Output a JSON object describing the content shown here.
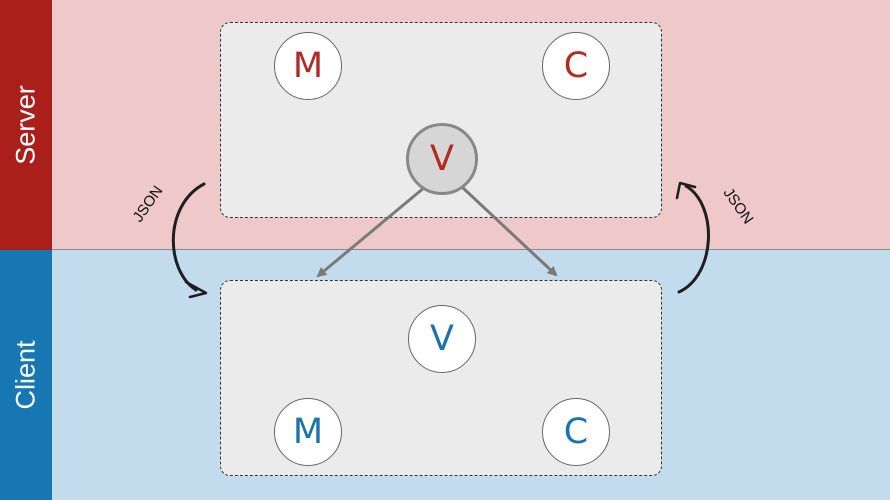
{
  "bands": {
    "server_label": "Server",
    "client_label": "Client"
  },
  "server_group": {
    "model": "M",
    "controller": "C",
    "view": "V"
  },
  "client_group": {
    "view": "V",
    "model": "M",
    "controller": "C"
  },
  "transfers": {
    "left_label": "JSON",
    "right_label": "JSON"
  },
  "colors": {
    "server_accent": "#aa1f1a",
    "server_band": "#efc9c9",
    "client_accent": "#1677b3",
    "client_band": "#c2dcee",
    "panel_fill": "#ebebeb",
    "server_letter": "#b22a22",
    "client_letter": "#1a74ad"
  }
}
